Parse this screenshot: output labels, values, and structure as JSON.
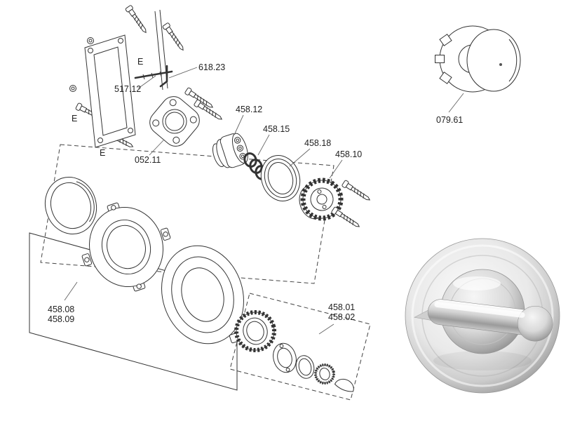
{
  "labels": {
    "p618_23": "618.23",
    "p517_12": "517.12",
    "p052_11": "052.11",
    "p458_12": "458.12",
    "p458_15": "458.15",
    "p458_18": "458.18",
    "p458_10": "458.10",
    "p079_61": "079.61",
    "p458_08": "458.08",
    "p458_09": "458.09",
    "p458_01": "458.01",
    "p458_02": "458.02",
    "screw_marker": "E"
  },
  "colors": {
    "background": "#ffffff",
    "line": "#333333",
    "leader": "#666666",
    "chrome_light": "#fbfbfb",
    "chrome_mid": "#cccccc",
    "chrome_dark": "#8c8c8c"
  }
}
